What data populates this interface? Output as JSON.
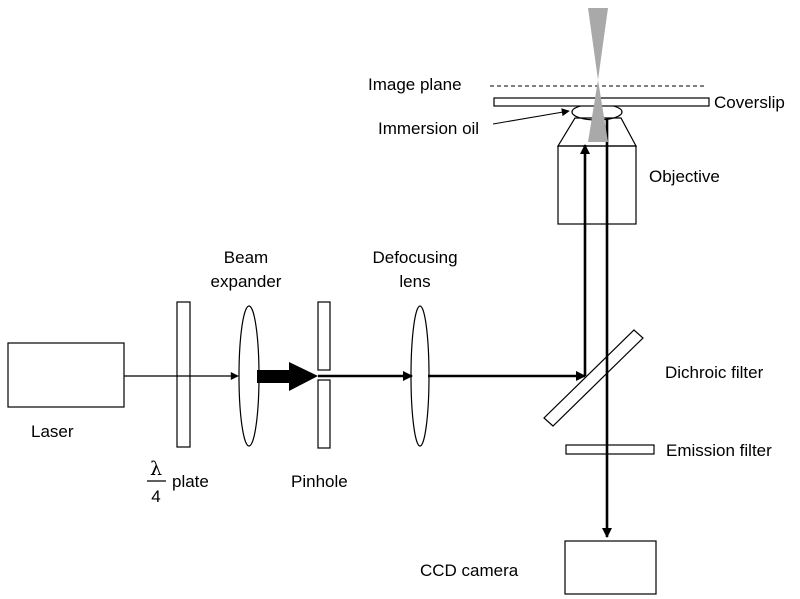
{
  "colors": {
    "ink": "#000000",
    "cone": "#a9a9a9",
    "background": "#ffffff"
  },
  "labels": {
    "image_plane": "Image plane",
    "coverslip": "Coverslip",
    "immersion_oil": "Immersion oil",
    "objective": "Objective",
    "beam_expander_line1": "Beam",
    "beam_expander_line2": "expander",
    "defocusing_lens_line1": "Defocusing",
    "defocusing_lens_line2": "lens",
    "laser": "Laser",
    "dichroic_filter": "Dichroic filter",
    "emission_filter": "Emission filter",
    "lambda_numerator": "λ",
    "lambda_denominator": "4",
    "plate": "plate",
    "pinhole": "Pinhole",
    "ccd_camera": "CCD camera"
  }
}
